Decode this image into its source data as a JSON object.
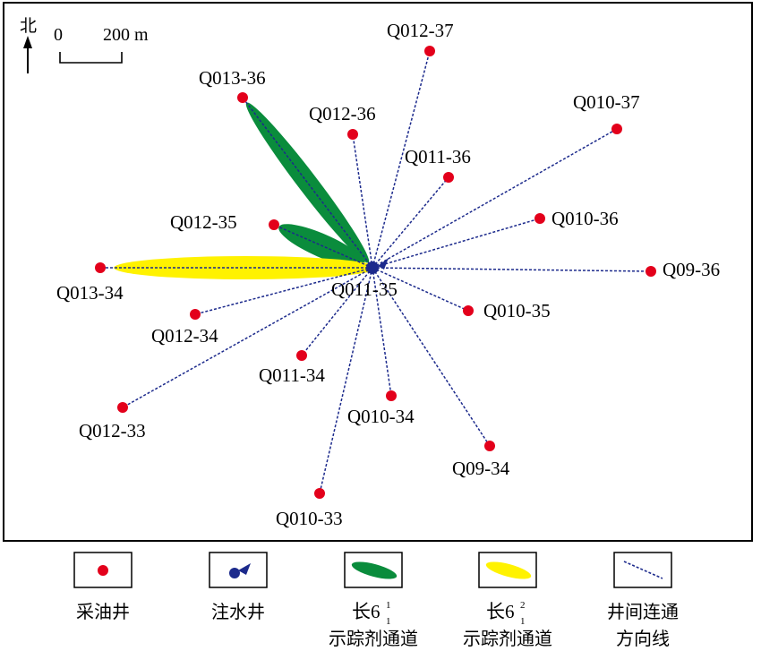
{
  "north_label": "北",
  "scale": {
    "zero": "0",
    "distance": "200 m"
  },
  "injector": {
    "name": "Q011-35"
  },
  "producers": [
    {
      "name": "Q012-37"
    },
    {
      "name": "Q013-36"
    },
    {
      "name": "Q012-36"
    },
    {
      "name": "Q010-37"
    },
    {
      "name": "Q011-36"
    },
    {
      "name": "Q010-36"
    },
    {
      "name": "Q012-35"
    },
    {
      "name": "Q013-34"
    },
    {
      "name": "Q09-36"
    },
    {
      "name": "Q010-35"
    },
    {
      "name": "Q012-34"
    },
    {
      "name": "Q011-34"
    },
    {
      "name": "Q010-34"
    },
    {
      "name": "Q012-33"
    },
    {
      "name": "Q09-34"
    },
    {
      "name": "Q010-33"
    }
  ],
  "tracer_channels": [
    {
      "target": "Q013-36",
      "layer": "green"
    },
    {
      "target": "Q012-35",
      "layer": "green"
    },
    {
      "target": "Q013-34",
      "layer": "yellow"
    }
  ],
  "colors": {
    "producer": "#e3001b",
    "injector": "#1c2a8c",
    "connection": "#1c2a8c",
    "channel_green": "#0a8c3c",
    "channel_yellow": "#fff200"
  },
  "legend": {
    "producer": "采油井",
    "injector": "注水井",
    "green_prefix": "长6",
    "green_sup": "1",
    "green_sub": "1",
    "green_suffix": "示踪剂通道",
    "yellow_prefix": "长6",
    "yellow_sup": "2",
    "yellow_sub": "1",
    "yellow_suffix": "示踪剂通道",
    "connection_line1": "井间连通",
    "connection_line2": "方向线"
  }
}
